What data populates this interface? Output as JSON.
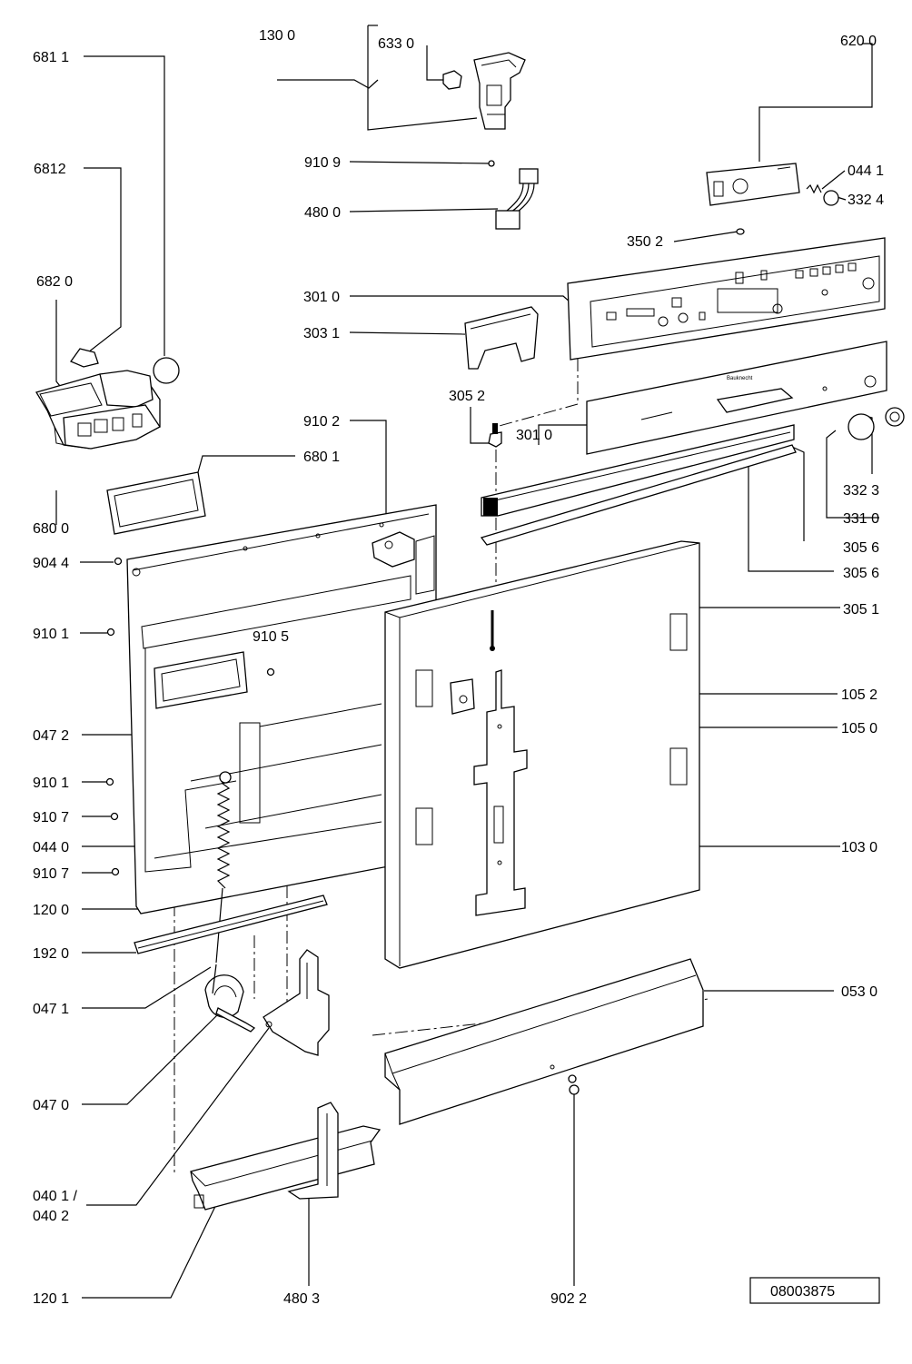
{
  "callouts": [
    {
      "id": "c-6811",
      "label": "681 1"
    },
    {
      "id": "c-1300",
      "label": "130 0"
    },
    {
      "id": "c-6330",
      "label": "633 0"
    },
    {
      "id": "c-6200",
      "label": "620 0"
    },
    {
      "id": "c-6812",
      "label": "6812"
    },
    {
      "id": "c-9109",
      "label": "910 9"
    },
    {
      "id": "c-0441",
      "label": "044 1"
    },
    {
      "id": "c-4800",
      "label": "480 0"
    },
    {
      "id": "c-3324",
      "label": "332 4"
    },
    {
      "id": "c-3502",
      "label": "350 2"
    },
    {
      "id": "c-6820",
      "label": "682 0"
    },
    {
      "id": "c-3010a",
      "label": "301 0"
    },
    {
      "id": "c-3031",
      "label": "303 1"
    },
    {
      "id": "c-3052",
      "label": "305 2"
    },
    {
      "id": "c-9102",
      "label": "910 2"
    },
    {
      "id": "c-3010b",
      "label": "301 0"
    },
    {
      "id": "c-3323",
      "label": "332 3"
    },
    {
      "id": "c-6801",
      "label": "680 1"
    },
    {
      "id": "c-3310",
      "label": "331 0"
    },
    {
      "id": "c-6800",
      "label": "680 0"
    },
    {
      "id": "c-3056a",
      "label": "305 6"
    },
    {
      "id": "c-9044",
      "label": "904 4"
    },
    {
      "id": "c-3056b",
      "label": "305 6"
    },
    {
      "id": "c-3051",
      "label": "305 1"
    },
    {
      "id": "c-9101a",
      "label": "910 1"
    },
    {
      "id": "c-9105",
      "label": "910 5"
    },
    {
      "id": "c-1052",
      "label": "105 2"
    },
    {
      "id": "c-1050",
      "label": "105 0"
    },
    {
      "id": "c-0472",
      "label": "047 2"
    },
    {
      "id": "c-9101b",
      "label": "910 1"
    },
    {
      "id": "c-9107a",
      "label": "910 7"
    },
    {
      "id": "c-0440",
      "label": "044 0"
    },
    {
      "id": "c-1030",
      "label": "103 0"
    },
    {
      "id": "c-9107b",
      "label": "910 7"
    },
    {
      "id": "c-1200",
      "label": "120 0"
    },
    {
      "id": "c-1920",
      "label": "192 0"
    },
    {
      "id": "c-0530",
      "label": "053 0"
    },
    {
      "id": "c-0471",
      "label": "047 1"
    },
    {
      "id": "c-0470",
      "label": "047 0"
    },
    {
      "id": "c-0401",
      "label": "040 1 /"
    },
    {
      "id": "c-0402",
      "label": "040 2"
    },
    {
      "id": "c-1201",
      "label": "120 1"
    },
    {
      "id": "c-4803",
      "label": "480 3"
    },
    {
      "id": "c-9022",
      "label": "902 2"
    }
  ],
  "drawing_number": "08003875",
  "panel_brand": "Bauknecht"
}
